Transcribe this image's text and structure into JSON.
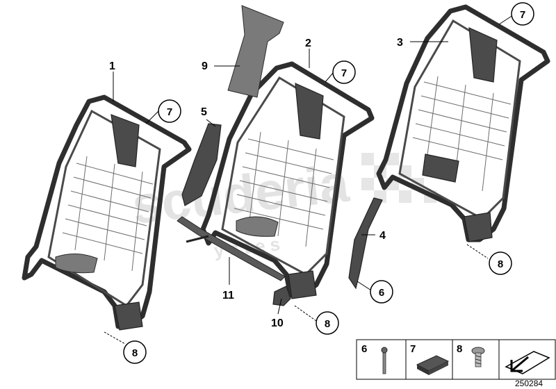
{
  "callouts": {
    "n1": "1",
    "n2": "2",
    "n3": "3",
    "n4": "4",
    "n5": "5",
    "n9": "9",
    "n10": "10",
    "n11": "11",
    "c7a": "7",
    "c7b": "7",
    "c7c": "7",
    "c8a": "8",
    "c8b": "8",
    "c8c": "8",
    "c6": "6"
  },
  "legend": {
    "cells": [
      {
        "number": "6",
        "part_icon": "bolt-icon"
      },
      {
        "number": "7",
        "part_icon": "foam-pad-icon"
      },
      {
        "number": "8",
        "part_icon": "screw-icon"
      },
      {
        "number": "",
        "part_icon": "arrow-direction-icon"
      }
    ]
  },
  "document_number": "250284",
  "watermark": {
    "line1": "scuderia",
    "line2": "y  s  t  e  s"
  },
  "colors": {
    "frame": "#2e2e2e",
    "part": "#4b4b4b",
    "watermark": "#e3e3e3"
  }
}
